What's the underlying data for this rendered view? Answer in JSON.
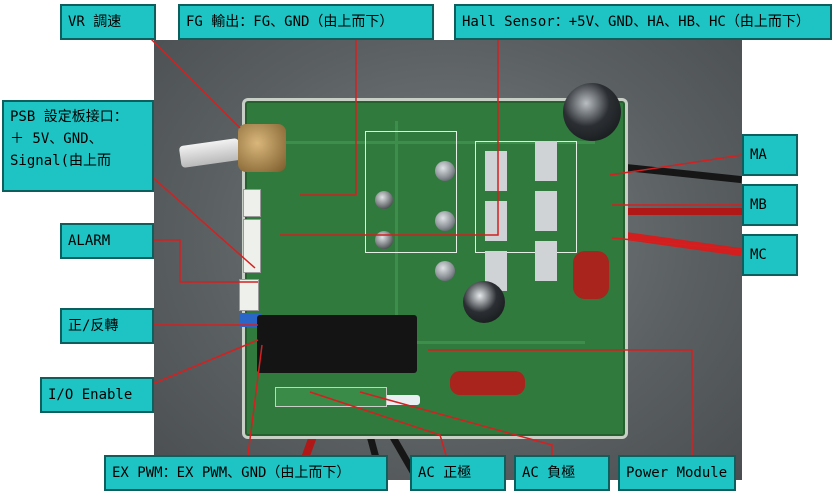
{
  "labels": {
    "vr": "VR 調速",
    "fg": "FG 輸出：FG、GND（由上而下）",
    "hall": "Hall Sensor：+5V、GND、HA、HB、HC（由上而下）",
    "psb": "PSB 設定板接口：\n＋ 5V、GND、\nSignal(由上而",
    "alarm": "ALARM",
    "dir": "正/反轉",
    "io": "I/O Enable",
    "expwm": "EX PWM：EX PWM、GND（由上而下）",
    "acpos": "AC 正極",
    "acneg": "AC 負極",
    "power": "Power Module",
    "ma": "MA",
    "mb": "MB",
    "mc": "MC"
  },
  "colors": {
    "label_bg": "#1ec4c4",
    "line": "#d42020",
    "board": "#2f7a3c"
  }
}
